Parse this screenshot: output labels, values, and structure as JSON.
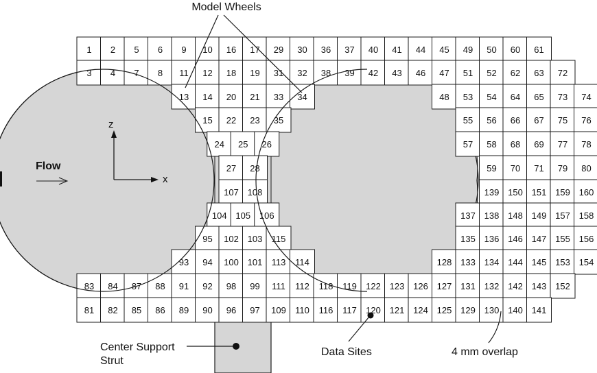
{
  "labels": {
    "model_wheels": "Model Wheels",
    "flow": "Flow",
    "axis_z": "z",
    "axis_x": "x",
    "center_strut_line1": "Center Support",
    "center_strut_line2": "Strut",
    "data_sites": "Data Sites",
    "overlap": "4 mm overlap"
  },
  "colors": {
    "shade": "#d6d6d6",
    "line": "#1a1a1a",
    "background": "#ffffff"
  },
  "grid": {
    "rows": [
      {
        "cols": [
          0,
          1,
          2,
          3,
          4,
          5,
          6,
          7,
          8,
          9,
          10,
          11,
          12,
          13,
          14,
          15,
          16,
          17,
          18,
          19
        ],
        "labels": [
          "1",
          "2",
          "5",
          "6",
          "9",
          "10",
          "16",
          "17",
          "29",
          "30",
          "36",
          "37",
          "40",
          "41",
          "44",
          "45",
          "49",
          "50",
          "60",
          "61"
        ]
      },
      {
        "cols": [
          0,
          1,
          2,
          3,
          4,
          5,
          6,
          7,
          8,
          9,
          10,
          11,
          12,
          13,
          14,
          15,
          16,
          17,
          18,
          19,
          20
        ],
        "labels": [
          "3",
          "4",
          "7",
          "8",
          "11",
          "12",
          "18",
          "19",
          "31",
          "32",
          "38",
          "39",
          "42",
          "43",
          "46",
          "47",
          "51",
          "52",
          "62",
          "63",
          "72"
        ]
      },
      {
        "cols": [
          4,
          5,
          6,
          7,
          8,
          9,
          15,
          16,
          17,
          18,
          19,
          20,
          21
        ],
        "labels": [
          "13",
          "14",
          "20",
          "21",
          "33",
          "34",
          "48",
          "53",
          "54",
          "64",
          "65",
          "73",
          "74"
        ]
      },
      {
        "cols": [
          5,
          6,
          7,
          8,
          16,
          17,
          18,
          19,
          20,
          21
        ],
        "labels": [
          "15",
          "22",
          "23",
          "35",
          "55",
          "56",
          "66",
          "67",
          "75",
          "76"
        ]
      },
      {
        "cols": [
          5.5,
          6.5,
          7.5,
          16,
          17,
          18,
          19,
          20,
          21
        ],
        "labels": [
          "24",
          "25",
          "26",
          "57",
          "58",
          "68",
          "69",
          "77",
          "78"
        ]
      },
      {
        "cols": [
          6,
          7,
          17,
          18,
          19,
          20,
          21
        ],
        "labels": [
          "27",
          "28",
          "59",
          "70",
          "71",
          "79",
          "80"
        ]
      },
      {
        "cols": [
          6,
          7,
          17,
          18,
          19,
          20,
          21
        ],
        "labels": [
          "107",
          "108",
          "139",
          "150",
          "151",
          "159",
          "160"
        ]
      },
      {
        "cols": [
          5.5,
          6.5,
          7.5,
          16,
          17,
          18,
          19,
          20,
          21
        ],
        "labels": [
          "104",
          "105",
          "106",
          "137",
          "138",
          "148",
          "149",
          "157",
          "158"
        ]
      },
      {
        "cols": [
          5,
          6,
          7,
          8,
          16,
          17,
          18,
          19,
          20,
          21
        ],
        "labels": [
          "95",
          "102",
          "103",
          "115",
          "135",
          "136",
          "146",
          "147",
          "155",
          "156"
        ]
      },
      {
        "cols": [
          4,
          5,
          6,
          7,
          8,
          9,
          15,
          16,
          17,
          18,
          19,
          20,
          21
        ],
        "labels": [
          "93",
          "94",
          "100",
          "101",
          "113",
          "114",
          "128",
          "133",
          "134",
          "144",
          "145",
          "153",
          "154"
        ]
      },
      {
        "cols": [
          0,
          1,
          2,
          3,
          4,
          5,
          6,
          7,
          8,
          9,
          10,
          11,
          12,
          13,
          14,
          15,
          16,
          17,
          18,
          19,
          20
        ],
        "labels": [
          "83",
          "84",
          "87",
          "88",
          "91",
          "92",
          "98",
          "99",
          "111",
          "112",
          "118",
          "119",
          "122",
          "123",
          "126",
          "127",
          "131",
          "132",
          "142",
          "143",
          "152"
        ]
      },
      {
        "cols": [
          0,
          1,
          2,
          3,
          4,
          5,
          6,
          7,
          8,
          9,
          10,
          11,
          12,
          13,
          14,
          15,
          16,
          17,
          18,
          19
        ],
        "labels": [
          "81",
          "82",
          "85",
          "86",
          "89",
          "90",
          "96",
          "97",
          "109",
          "110",
          "116",
          "117",
          "120",
          "121",
          "124",
          "125",
          "129",
          "130",
          "140",
          "141"
        ]
      }
    ]
  }
}
